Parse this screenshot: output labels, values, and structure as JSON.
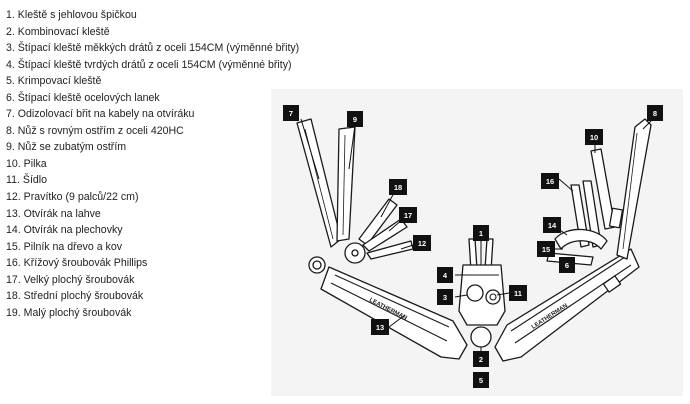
{
  "features": [
    "1. Kleště s jehlovou špičkou",
    "2. Kombinovací kleště",
    "3. Štípací kleště měkkých drátů z oceli 154CM (výměnné břity)",
    "4. Štípací kleště tvrdých drátů z oceli 154CM (výměnné břity)",
    "5. Krimpovací kleště",
    "6. Štípací kleště ocelových lanek",
    "7. Odizolovací břit na kabely na otvíráku",
    "8. Nůž s rovným ostřím z oceli 420HC",
    "9. Nůž se zubatým ostřím",
    "10. Pilka",
    "11. Šídlo",
    "12. Pravítko (9 palců/22 cm)",
    "13. Otvírák na lahve",
    "14. Otvírák na plechovky",
    "15. Pilník na dřevo a kov",
    "16. Křížový šroubovák Phillips",
    "17. Velký plochý šroubovák",
    "18. Střední plochý šroubovák",
    "19. Malý plochý šroubovák"
  ],
  "diagram": {
    "handle_left_text": "LEATHERMAN",
    "handle_right_text": "LEATHERMAN",
    "callouts": {
      "c1": "1",
      "c2": "2",
      "c3": "3",
      "c4": "4",
      "c5": "5",
      "c6": "6",
      "c7": "7",
      "c8": "8",
      "c9": "9",
      "c10": "10",
      "c11": "11",
      "c12": "12",
      "c13": "13",
      "c14": "14",
      "c15": "15",
      "c16": "16",
      "c17": "17",
      "c18": "18"
    }
  }
}
